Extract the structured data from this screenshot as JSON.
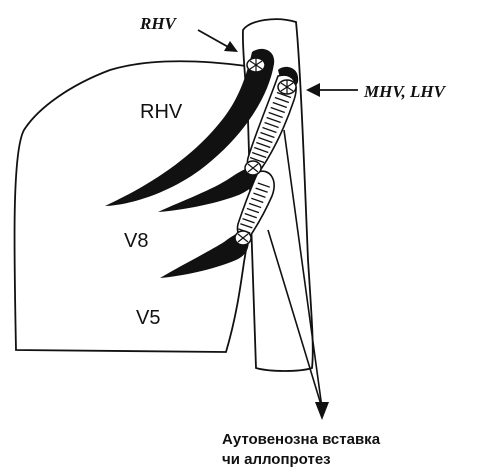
{
  "labels": {
    "rhv_top": "RHV",
    "mhv_lhv": "MHV, LHV",
    "rhv_inside": "RHV",
    "v8": "V8",
    "v5": "V5"
  },
  "caption": {
    "line1": "Аутовенозна вставка",
    "line2": "чи аллопротез"
  },
  "colors": {
    "ink": "#111111",
    "background": "#ffffff"
  }
}
